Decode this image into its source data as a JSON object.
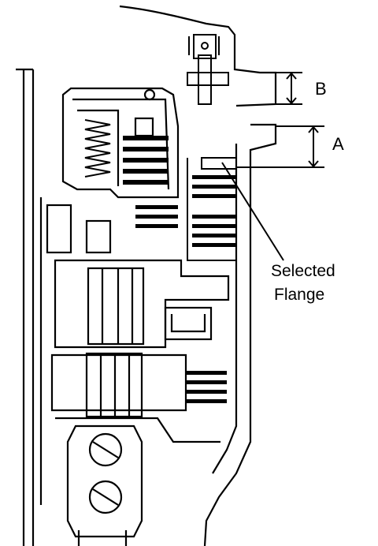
{
  "labels": {
    "dim_a": "A",
    "dim_b": "B",
    "callout_line1": "Selected",
    "callout_line2": "Flange"
  },
  "colors": {
    "ink": "#000000",
    "paper": "#ffffff"
  }
}
